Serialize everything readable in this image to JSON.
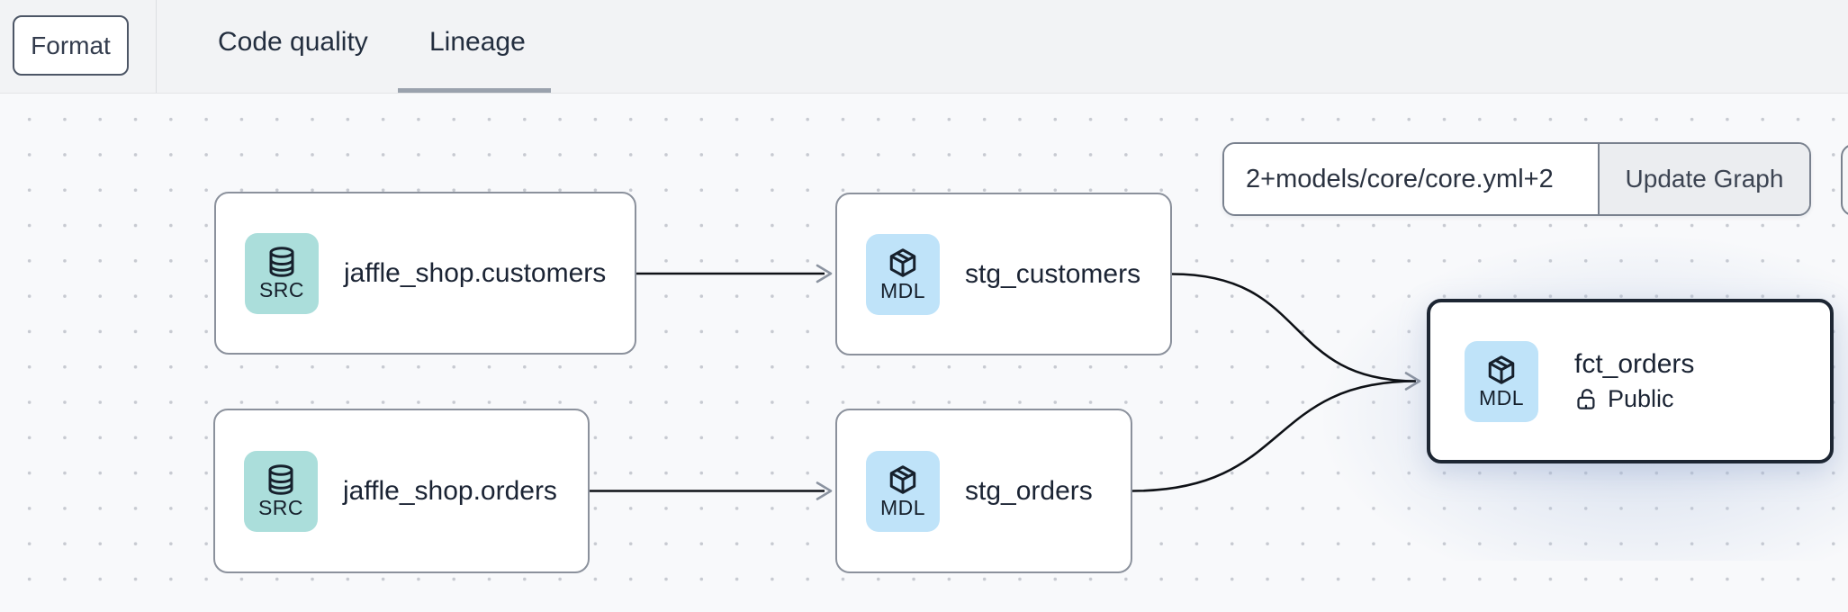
{
  "header": {
    "format_button": "Format",
    "tabs": [
      {
        "label": "Code quality",
        "active": false
      },
      {
        "label": "Lineage",
        "active": true
      }
    ]
  },
  "controls": {
    "selector_value": "2+models/core/core.yml+2",
    "update_button_label": "Update Graph"
  },
  "nodes": [
    {
      "label": "jaffle_shop.customers",
      "type": "SRC",
      "icon": "database-icon"
    },
    {
      "label": "stg_customers",
      "type": "MDL",
      "icon": "cube-icon"
    },
    {
      "label": "jaffle_shop.orders",
      "type": "SRC",
      "icon": "database-icon"
    },
    {
      "label": "stg_orders",
      "type": "MDL",
      "icon": "cube-icon"
    },
    {
      "label": "fct_orders",
      "type": "MDL",
      "icon": "cube-icon",
      "access": "Public",
      "selected": true
    }
  ],
  "colors": {
    "source_badge": "#abdedb",
    "model_badge": "#bfe3f9",
    "node_border": "#8b919c",
    "selected_node_border": "#1d2633",
    "edge": "#0e1116",
    "arrowhead": "#8b93a0",
    "tab_underline": "#9aa2ad",
    "topbar_bg": "#f2f3f5",
    "canvas_bg": "#f8f9fb"
  }
}
